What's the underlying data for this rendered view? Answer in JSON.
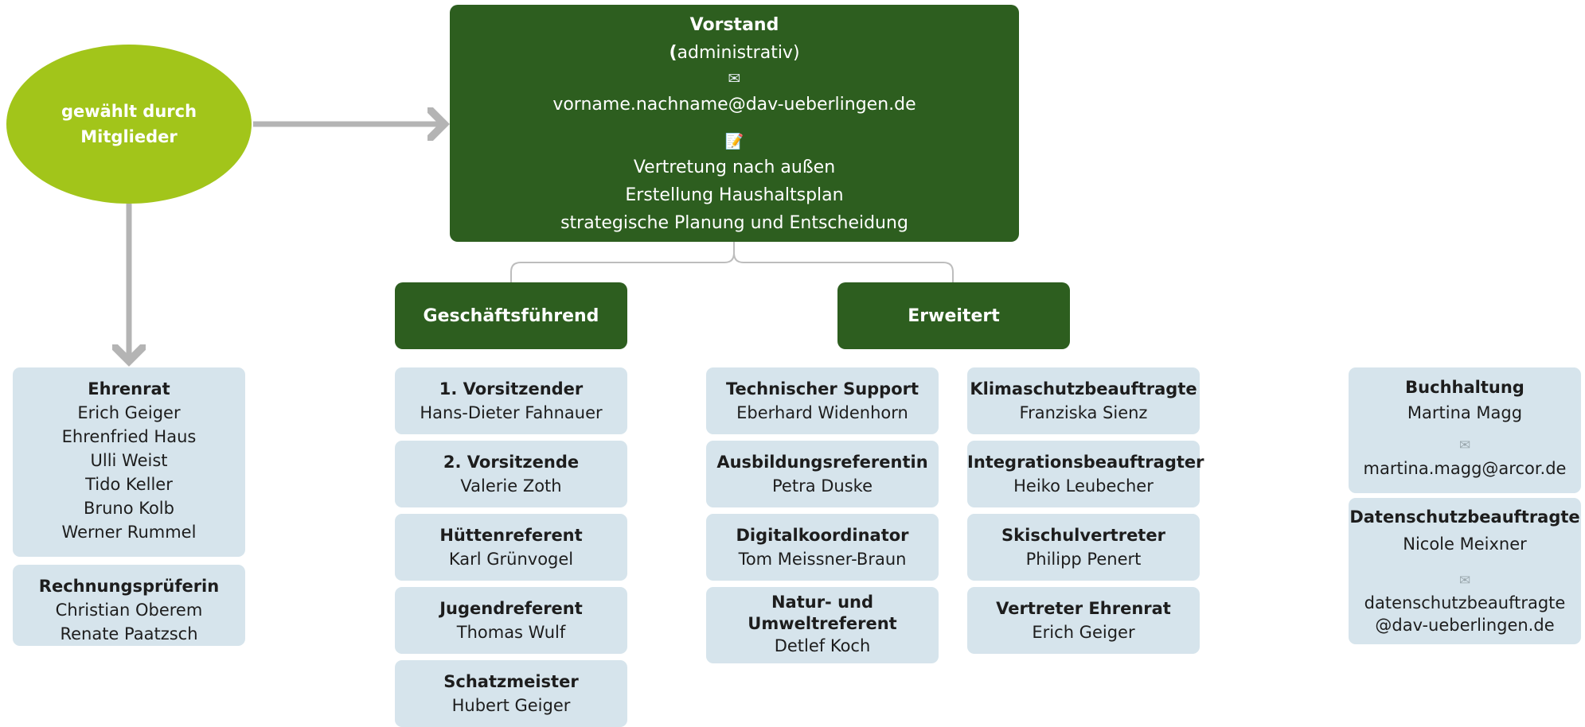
{
  "elected": {
    "line1": "gewählt durch",
    "line2": "Mitglieder"
  },
  "vorstand": {
    "title": "Vorstand",
    "paren_open": "(",
    "subtitle": "administrativ)",
    "mail_icon": "envelope-icon",
    "email": "vorname.nachname@dav-ueberlingen.de",
    "memo_icon": "memo-icon",
    "duties": [
      "Vertretung nach außen",
      "Erstellung Haushaltsplan",
      "strategische Planung und Entscheidung"
    ]
  },
  "branches": {
    "geschaeftsfuehrend": "Geschäftsführend",
    "erweitert": "Erweitert"
  },
  "ehrenrat": {
    "title": "Ehrenrat",
    "members": [
      "Erich Geiger",
      "Ehrenfried Haus",
      "Ulli Weist",
      "Tido Keller",
      "Bruno Kolb",
      "Werner Rummel"
    ]
  },
  "rechnungspruefer": {
    "title": "Rechnungsprüferin",
    "members": [
      "Christian Oberem",
      "Renate Paatzsch"
    ]
  },
  "geschaeftsfuehrend_roles": [
    {
      "role": "1. Vorsitzender",
      "name": "Hans-Dieter Fahnauer"
    },
    {
      "role": "2. Vorsitzende",
      "name": "Valerie Zoth"
    },
    {
      "role": "Hüttenreferent",
      "name": "Karl Grünvogel"
    },
    {
      "role": "Jugendreferent",
      "name": "Thomas Wulf"
    },
    {
      "role": "Schatzmeister",
      "name": "Hubert Geiger"
    }
  ],
  "erweitert_col1": [
    {
      "role": "Technischer Support",
      "name": "Eberhard Widenhorn"
    },
    {
      "role": "Ausbildungsreferentin",
      "name": "Petra Duske"
    },
    {
      "role": "Digitalkoordinator",
      "name": "Tom Meissner-Braun"
    },
    {
      "role_line1": "Natur- und",
      "role_line2": "Umweltreferent",
      "name": "Detlef Koch"
    }
  ],
  "erweitert_col2": [
    {
      "role": "Klimaschutzbeauftragte",
      "name": "Franziska Sienz"
    },
    {
      "role": "Integrationsbeauftragter",
      "name": "Heiko Leubecher"
    },
    {
      "role": "Skischulvertreter",
      "name": "Philipp Penert"
    },
    {
      "role": "Vertreter Ehrenrat",
      "name": "Erich Geiger"
    }
  ],
  "buchhaltung": {
    "role": "Buchhaltung",
    "name": "Martina Magg",
    "icon": "envelope-icon",
    "email": "martina.magg@arcor.de"
  },
  "datenschutz": {
    "role": "Datenschutzbeauftragte",
    "name": "Nicole Meixner",
    "icon": "envelope-icon",
    "email_line1": "datenschutzbeauftragte",
    "email_line2": "@dav-ueberlingen.de"
  },
  "colors": {
    "dark_green": "#2d5e1f",
    "lime": "#a2c51a",
    "card_bg": "#d6e4ec",
    "arrow": "#b4b4b4"
  }
}
